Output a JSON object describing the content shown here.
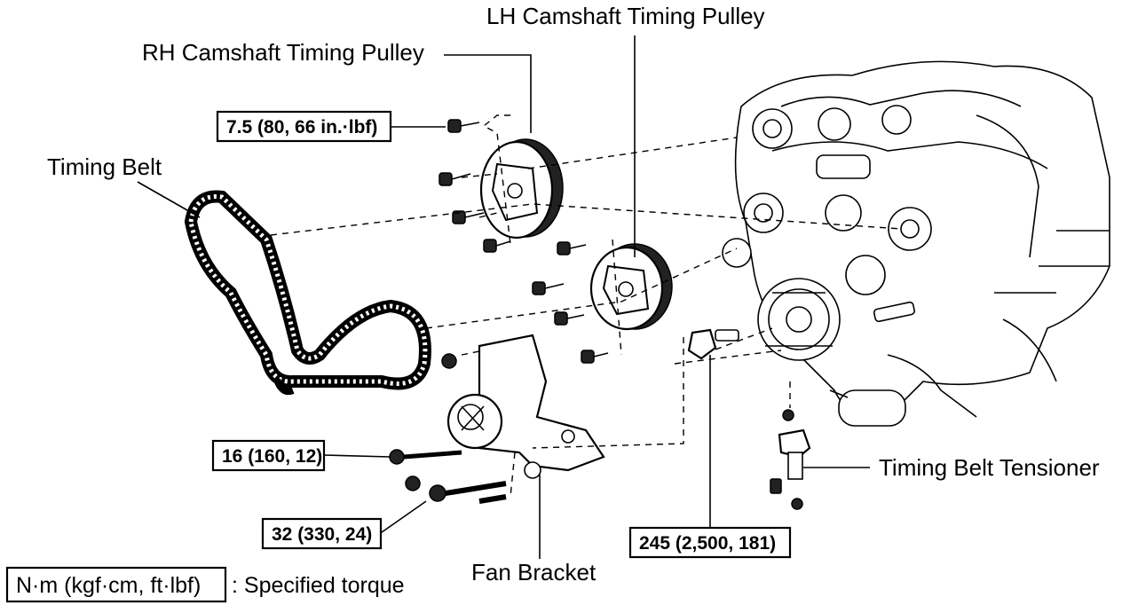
{
  "labels": {
    "lh_pulley": "LH Camshaft Timing Pulley",
    "rh_pulley": "RH Camshaft Timing Pulley",
    "timing_belt": "Timing Belt",
    "tensioner": "Timing Belt Tensioner",
    "fan_bracket": "Fan Bracket"
  },
  "torques": {
    "t1": "7.5 (80, 66 in.·lbf)",
    "t2": "16 (160, 12)",
    "t3": "32 (330, 24)",
    "t4": "245 (2,500, 181)"
  },
  "legend": {
    "unit": "N·m (kgf·cm, ft·lbf)",
    "desc": ": Specified torque"
  }
}
